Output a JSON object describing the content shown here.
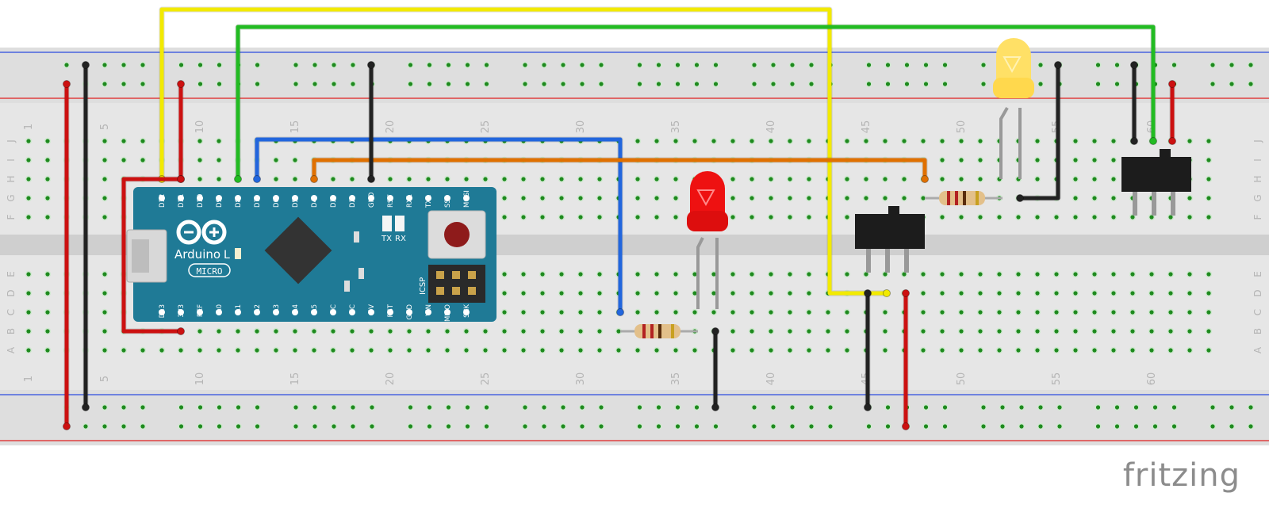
{
  "brand": {
    "name": "fritzing"
  },
  "breadboard": {
    "column_numbers": [
      "1",
      "5",
      "10",
      "15",
      "20",
      "25",
      "30",
      "35",
      "40",
      "45",
      "50",
      "55",
      "60"
    ],
    "upper_row_letters": [
      "J",
      "I",
      "H",
      "G",
      "F"
    ],
    "lower_row_letters": [
      "E",
      "D",
      "C",
      "B",
      "A"
    ]
  },
  "arduino": {
    "name": "Arduino",
    "model": "MICRO",
    "led_label": "L",
    "top_pins": [
      "D12",
      "D11",
      "D10",
      "D9",
      "D8",
      "D7",
      "D6",
      "D5",
      "D4",
      "D3",
      "D2",
      "GND",
      "RST",
      "RX1",
      "TX1",
      "SS",
      "MOSI"
    ],
    "bottom_pins": [
      "D13",
      "3V3",
      "REF",
      "A0",
      "A1",
      "A2",
      "A3",
      "A4",
      "A5",
      "NC",
      "NC",
      "5V",
      "RST",
      "GND",
      "VIN",
      "MISO",
      "SCK"
    ],
    "tx_label": "TX",
    "rx_label": "RX",
    "icsp_label": "ICSP"
  },
  "colors": {
    "board_bg": "#e6e6e6",
    "rail_bg": "#dcdcdc",
    "hole": "#1e8a1e",
    "rail_red_line": "#e02020",
    "rail_blue_line": "#2040e0",
    "wire_yellow": "#f2ea00",
    "wire_green": "#22bb22",
    "wire_blue": "#2266dd",
    "wire_orange": "#e07000",
    "wire_red": "#cc1111",
    "wire_black": "#222222",
    "arduino_body": "#1f7a96",
    "led_red": "#ee1111",
    "led_yellow": "#ffe066"
  }
}
